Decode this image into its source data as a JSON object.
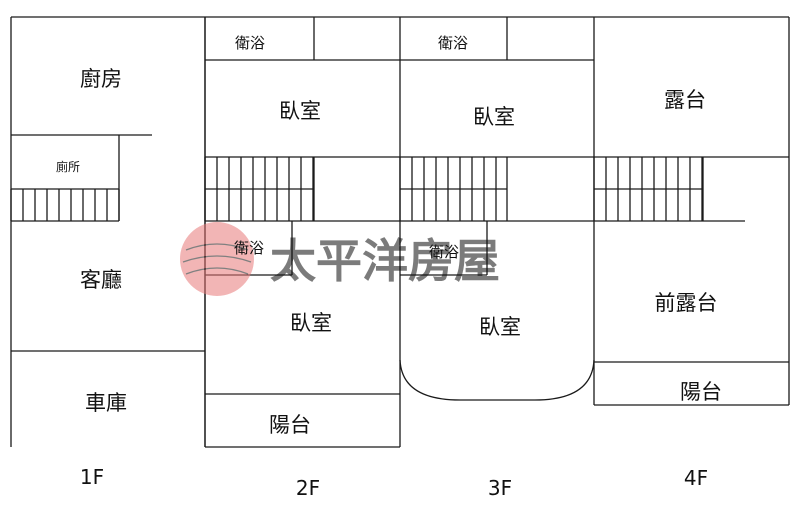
{
  "floors": {
    "f1": {
      "label": "1F",
      "rooms": {
        "kitchen": "廚房",
        "toilet": "廁所",
        "living": "客廳",
        "garage": "車庫"
      }
    },
    "f2": {
      "label": "2F",
      "rooms": {
        "bath_top": "衛浴",
        "bedroom_top": "臥室",
        "bath_mid": "衛浴",
        "bedroom_main": "臥室",
        "balcony": "陽台"
      }
    },
    "f3": {
      "label": "3F",
      "rooms": {
        "bath_top": "衛浴",
        "bedroom_top": "臥室",
        "bath_mid": "衛浴",
        "bedroom_main": "臥室"
      }
    },
    "f4": {
      "label": "4F",
      "rooms": {
        "terrace": "露台",
        "front_terrace": "前露台",
        "balcony": "陽台"
      }
    }
  },
  "watermark": {
    "text": "太平洋房屋",
    "logo_color": "#e87a7a"
  }
}
